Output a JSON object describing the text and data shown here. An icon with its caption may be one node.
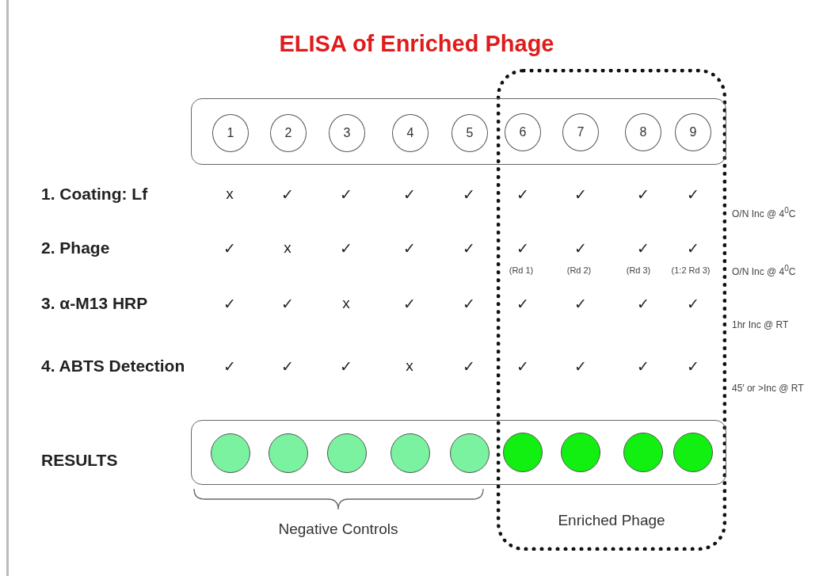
{
  "diagram": {
    "title": "ELISA of Enriched Phage",
    "nodes": [
      {
        "text": [],
        "shape": "box"
      },
      {
        "text": [
          "1"
        ],
        "in": 0
      },
      {
        "text": [
          "2"
        ],
        "in": 0
      },
      {
        "text": [
          "3"
        ],
        "in": 0
      },
      {
        "text": [
          "4"
        ],
        "in": 0
      },
      {
        "text": [
          "5"
        ],
        "in": 0
      },
      {
        "text": [
          "6"
        ]
      },
      {
        "text": [
          "7"
        ]
      },
      {
        "text": [
          "8"
        ]
      },
      {
        "text": [
          "9"
        ]
      },
      {
        "text": [],
        "shape": "box"
      },
      {
        "text": [],
        "shape": "circle",
        "in": 10
      },
      {
        "text": [],
        "shape": "circle",
        "in": 10
      },
      {
        "text": [],
        "shape": "circle",
        "in": 10
      },
      {
        "text": [],
        "shape": "circle",
        "in": 10
      },
      {
        "text": [],
        "shape": "circle",
        "in": 10
      },
      {
        "text": [],
        "shape": "circle"
      },
      {
        "text": [],
        "shape": "circle"
      },
      {
        "text": [],
        "shape": "circle"
      },
      {
        "text": [],
        "shape": "circle"
      },
      {
        "text": [
          "Enriched Phage"
        ]
      }
    ],
    "edges": [],
    "labels": [
      "1. Coating: Lf",
      "x",
      "✓",
      "✓",
      "✓",
      "✓",
      "✓",
      "✓",
      "✓",
      "✓",
      "O/N Inc @ 4$^{0}$C",
      "2. Phage",
      "✓",
      "x",
      "✓",
      "✓",
      "✓",
      "✓",
      "✓",
      "✓",
      "✓",
      "(Rd 1)",
      "(Rd 2)",
      "(Rd 3)",
      "(1:2 Rd 3)",
      "O/N Inc @ 4$^{0}$C",
      "3. α-M13 HRP",
      "✓",
      "✓",
      "x",
      "✓",
      "✓",
      "✓",
      "✓",
      "✓",
      "✓",
      "1hr Inc @ RT",
      "4. ABTS Detection",
      "✓",
      "✓",
      "✓",
      "x",
      "✓",
      "✓",
      "✓",
      "✓",
      "✓",
      "45′ or >Inc @ RT",
      "RESULTS",
      "Negative Controls"
    ]
  }
}
